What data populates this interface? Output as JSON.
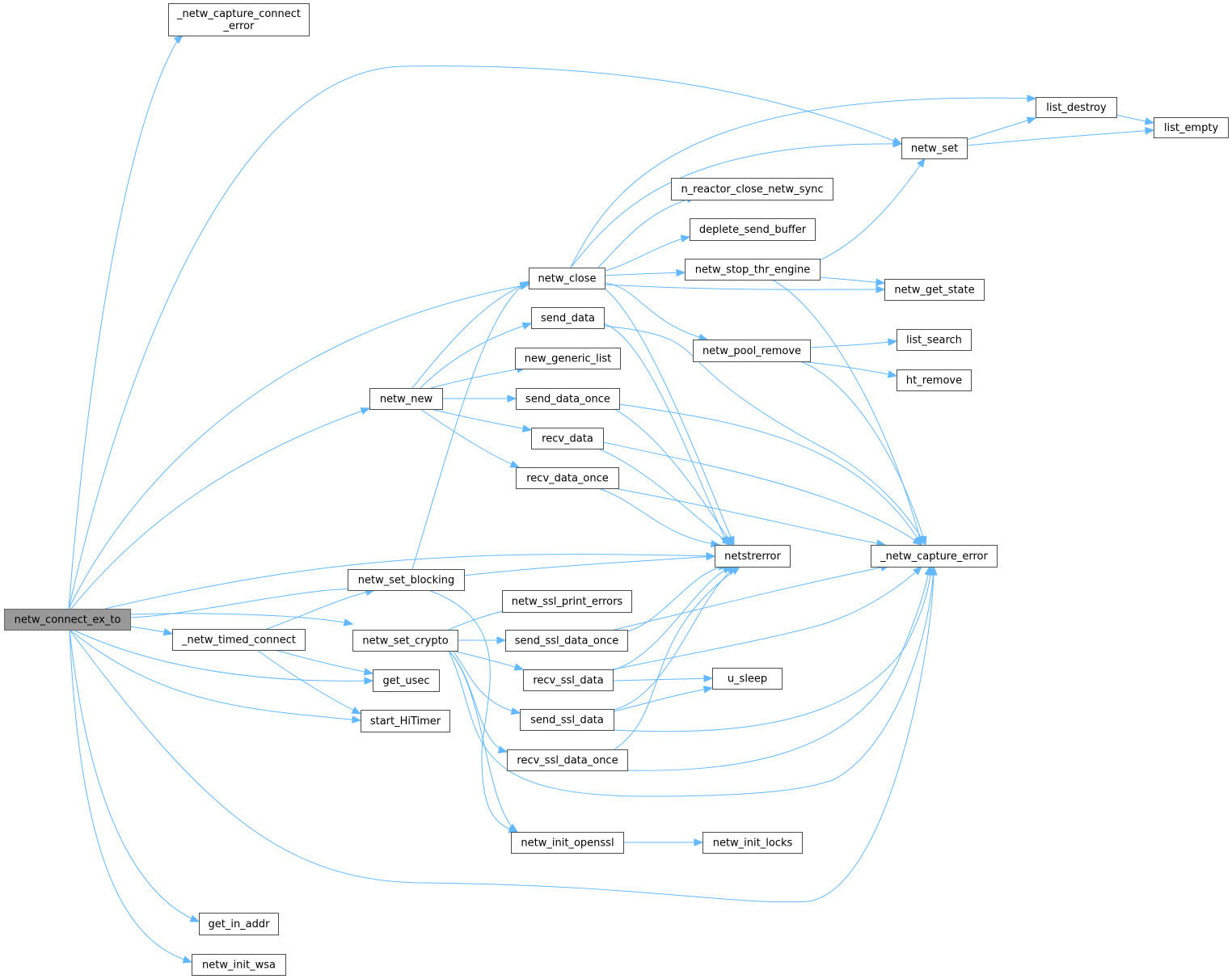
{
  "diagram": {
    "root": "netw_connect_ex_to",
    "nodes": [
      {
        "id": "root",
        "label": "netw_connect_ex_to"
      },
      {
        "id": "cce",
        "label": "_netw_capture_connect\n_error"
      },
      {
        "id": "ldes",
        "label": "list_destroy"
      },
      {
        "id": "lemp",
        "label": "list_empty"
      },
      {
        "id": "nset",
        "label": "netw_set"
      },
      {
        "id": "nrcs",
        "label": "n_reactor_close_netw_sync"
      },
      {
        "id": "dsb",
        "label": "deplete_send_buffer"
      },
      {
        "id": "nste",
        "label": "netw_stop_thr_engine"
      },
      {
        "id": "nclose",
        "label": "netw_close"
      },
      {
        "id": "ngs",
        "label": "netw_get_state"
      },
      {
        "id": "sdata",
        "label": "send_data"
      },
      {
        "id": "npr",
        "label": "netw_pool_remove"
      },
      {
        "id": "lsearch",
        "label": "list_search"
      },
      {
        "id": "ngl",
        "label": "new_generic_list"
      },
      {
        "id": "htr",
        "label": "ht_remove"
      },
      {
        "id": "nnew",
        "label": "netw_new"
      },
      {
        "id": "sdo",
        "label": "send_data_once"
      },
      {
        "id": "rdata",
        "label": "recv_data"
      },
      {
        "id": "rdo",
        "label": "recv_data_once"
      },
      {
        "id": "nstr",
        "label": "netstrerror"
      },
      {
        "id": "ncap",
        "label": "_netw_capture_error"
      },
      {
        "id": "nsb",
        "label": "netw_set_blocking"
      },
      {
        "id": "nspe",
        "label": "netw_ssl_print_errors"
      },
      {
        "id": "ntc",
        "label": "_netw_timed_connect"
      },
      {
        "id": "nscr",
        "label": "netw_set_crypto"
      },
      {
        "id": "ssdo",
        "label": "send_ssl_data_once"
      },
      {
        "id": "gusec",
        "label": "get_usec"
      },
      {
        "id": "rsd",
        "label": "recv_ssl_data"
      },
      {
        "id": "usleep",
        "label": "u_sleep"
      },
      {
        "id": "ssd",
        "label": "send_ssl_data"
      },
      {
        "id": "sht",
        "label": "start_HiTimer"
      },
      {
        "id": "rsdo",
        "label": "recv_ssl_data_once"
      },
      {
        "id": "nio",
        "label": "netw_init_openssl"
      },
      {
        "id": "nil",
        "label": "netw_init_locks"
      },
      {
        "id": "gia",
        "label": "get_in_addr"
      },
      {
        "id": "niw",
        "label": "netw_init_wsa"
      }
    ],
    "edges": [
      [
        "root",
        "cce"
      ],
      [
        "root",
        "nset"
      ],
      [
        "root",
        "nclose"
      ],
      [
        "root",
        "nnew"
      ],
      [
        "root",
        "nstr"
      ],
      [
        "root",
        "nsb"
      ],
      [
        "root",
        "ntc"
      ],
      [
        "root",
        "nscr"
      ],
      [
        "root",
        "gusec"
      ],
      [
        "root",
        "sht"
      ],
      [
        "root",
        "ncap"
      ],
      [
        "root",
        "gia"
      ],
      [
        "root",
        "niw"
      ],
      [
        "nset",
        "ldes"
      ],
      [
        "nset",
        "lemp"
      ],
      [
        "ldes",
        "lemp"
      ],
      [
        "nclose",
        "ldes"
      ],
      [
        "nclose",
        "nset"
      ],
      [
        "nclose",
        "nrcs"
      ],
      [
        "nclose",
        "dsb"
      ],
      [
        "nclose",
        "nste"
      ],
      [
        "nclose",
        "ngs"
      ],
      [
        "nclose",
        "npr"
      ],
      [
        "nclose",
        "nstr"
      ],
      [
        "nste",
        "nset"
      ],
      [
        "nste",
        "ngs"
      ],
      [
        "nste",
        "ncap"
      ],
      [
        "npr",
        "lsearch"
      ],
      [
        "npr",
        "htr"
      ],
      [
        "npr",
        "ncap"
      ],
      [
        "sdata",
        "nstr"
      ],
      [
        "sdata",
        "ncap"
      ],
      [
        "nnew",
        "nclose"
      ],
      [
        "nnew",
        "sdata"
      ],
      [
        "nnew",
        "ngl"
      ],
      [
        "nnew",
        "sdo"
      ],
      [
        "nnew",
        "rdata"
      ],
      [
        "nnew",
        "rdo"
      ],
      [
        "sdo",
        "nstr"
      ],
      [
        "sdo",
        "ncap"
      ],
      [
        "rdata",
        "nstr"
      ],
      [
        "rdata",
        "ncap"
      ],
      [
        "rdo",
        "nstr"
      ],
      [
        "rdo",
        "ncap"
      ],
      [
        "nsb",
        "nclose"
      ],
      [
        "nsb",
        "nstr"
      ],
      [
        "nsb",
        "nio"
      ],
      [
        "ntc",
        "nsb"
      ],
      [
        "ntc",
        "gusec"
      ],
      [
        "ntc",
        "sht"
      ],
      [
        "nscr",
        "nspe"
      ],
      [
        "nscr",
        "ssdo"
      ],
      [
        "nscr",
        "rsd"
      ],
      [
        "nscr",
        "ssd"
      ],
      [
        "nscr",
        "rsdo"
      ],
      [
        "nscr",
        "nio"
      ],
      [
        "nscr",
        "ncap"
      ],
      [
        "ssdo",
        "nstr"
      ],
      [
        "ssdo",
        "ncap"
      ],
      [
        "rsd",
        "nstr"
      ],
      [
        "rsd",
        "usleep"
      ],
      [
        "rsd",
        "ncap"
      ],
      [
        "ssd",
        "nstr"
      ],
      [
        "ssd",
        "usleep"
      ],
      [
        "ssd",
        "ncap"
      ],
      [
        "rsdo",
        "nstr"
      ],
      [
        "rsdo",
        "ncap"
      ],
      [
        "nio",
        "nil"
      ]
    ]
  }
}
